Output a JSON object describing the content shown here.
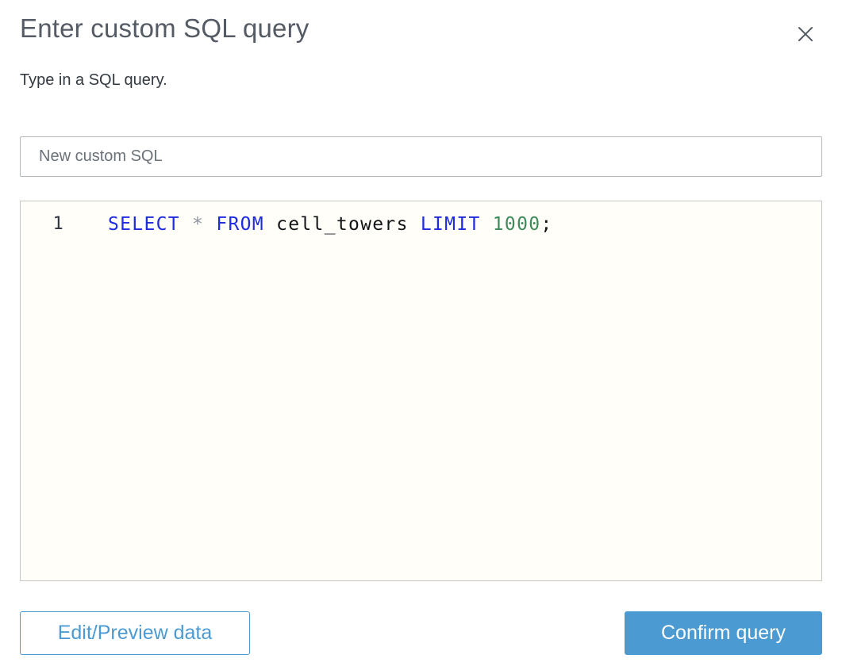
{
  "dialog": {
    "title": "Enter custom SQL query",
    "subtitle": "Type in a SQL query.",
    "close_icon": "x-close"
  },
  "name_input": {
    "placeholder": "New custom SQL",
    "value": ""
  },
  "editor": {
    "lines": [
      {
        "number": "1",
        "tokens": [
          {
            "type": "keyword",
            "text": "SELECT"
          },
          {
            "type": "plain",
            "text": " "
          },
          {
            "type": "operator",
            "text": "*"
          },
          {
            "type": "plain",
            "text": " "
          },
          {
            "type": "keyword",
            "text": "FROM"
          },
          {
            "type": "plain",
            "text": " cell_towers "
          },
          {
            "type": "keyword",
            "text": "LIMIT"
          },
          {
            "type": "plain",
            "text": " "
          },
          {
            "type": "number",
            "text": "1000"
          },
          {
            "type": "plain",
            "text": ";"
          }
        ]
      }
    ],
    "query_text": "SELECT * FROM cell_towers LIMIT 1000;"
  },
  "footer": {
    "edit_preview_label": "Edit/Preview data",
    "confirm_label": "Confirm query"
  },
  "colors": {
    "accent_blue": "#4b9ad2",
    "title_gray": "#545b64",
    "keyword_blue": "#1f2be0",
    "number_green": "#3f8a5a",
    "operator_gray": "#8e93a2",
    "editor_bg": "#fffef8"
  }
}
